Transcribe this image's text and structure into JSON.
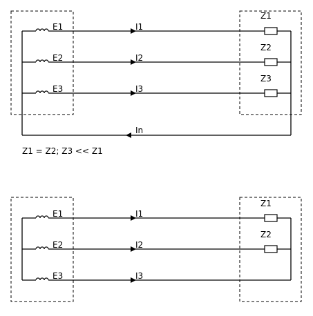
{
  "top_circuit": {
    "sources": [
      "E1",
      "E2",
      "E3"
    ],
    "currents": [
      "I1",
      "I2",
      "I3"
    ],
    "loads": [
      "Z1",
      "Z2",
      "Z3"
    ],
    "neutral_current": "In"
  },
  "condition": "Z1 = Z2; Z3 << Z1",
  "bottom_circuit": {
    "sources": [
      "E1",
      "E2",
      "E3"
    ],
    "currents": [
      "I1",
      "I2",
      "I3"
    ],
    "loads": [
      "Z1",
      "Z2"
    ]
  }
}
